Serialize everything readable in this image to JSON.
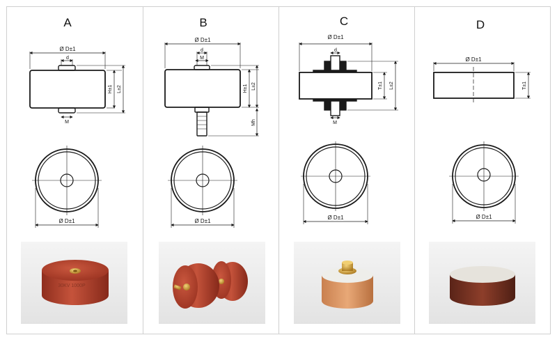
{
  "columns": [
    {
      "id": "A",
      "letter": "A",
      "side_view": {
        "dim_top": "Ø D±1",
        "dim_d": "d",
        "dim_H": "H±1",
        "dim_L": "L±2",
        "dim_M": "M"
      },
      "top_view": {
        "dim_bottom": "Ø D±1"
      },
      "photo": {
        "marking": "30KV  1000P"
      }
    },
    {
      "id": "B",
      "letter": "B",
      "side_view": {
        "dim_top": "Ø D±1",
        "dim_d": "d",
        "dim_M_top": "M",
        "dim_H": "H±1",
        "dim_L": "L±2",
        "dim_Mh": "Mh"
      },
      "top_view": {
        "dim_bottom": "Ø D±1"
      }
    },
    {
      "id": "C",
      "letter": "C",
      "side_view": {
        "dim_top": "Ø D±1",
        "dim_d": "d",
        "dim_T": "T±1",
        "dim_L": "L±2",
        "dim_M": "M"
      },
      "top_view": {
        "dim_bottom": "Ø D±1"
      }
    },
    {
      "id": "D",
      "letter": "D",
      "side_view": {
        "dim_top": "Ø D±1",
        "dim_T": "T±1"
      },
      "top_view": {
        "dim_bottom": "Ø D±1"
      }
    }
  ],
  "colors": {
    "panel_border": "#cfcfcf",
    "line": "#1a1a1a",
    "ceramic_red": "#b4442f",
    "brass": "#d4a23a",
    "photo_bg": "#ececec"
  }
}
